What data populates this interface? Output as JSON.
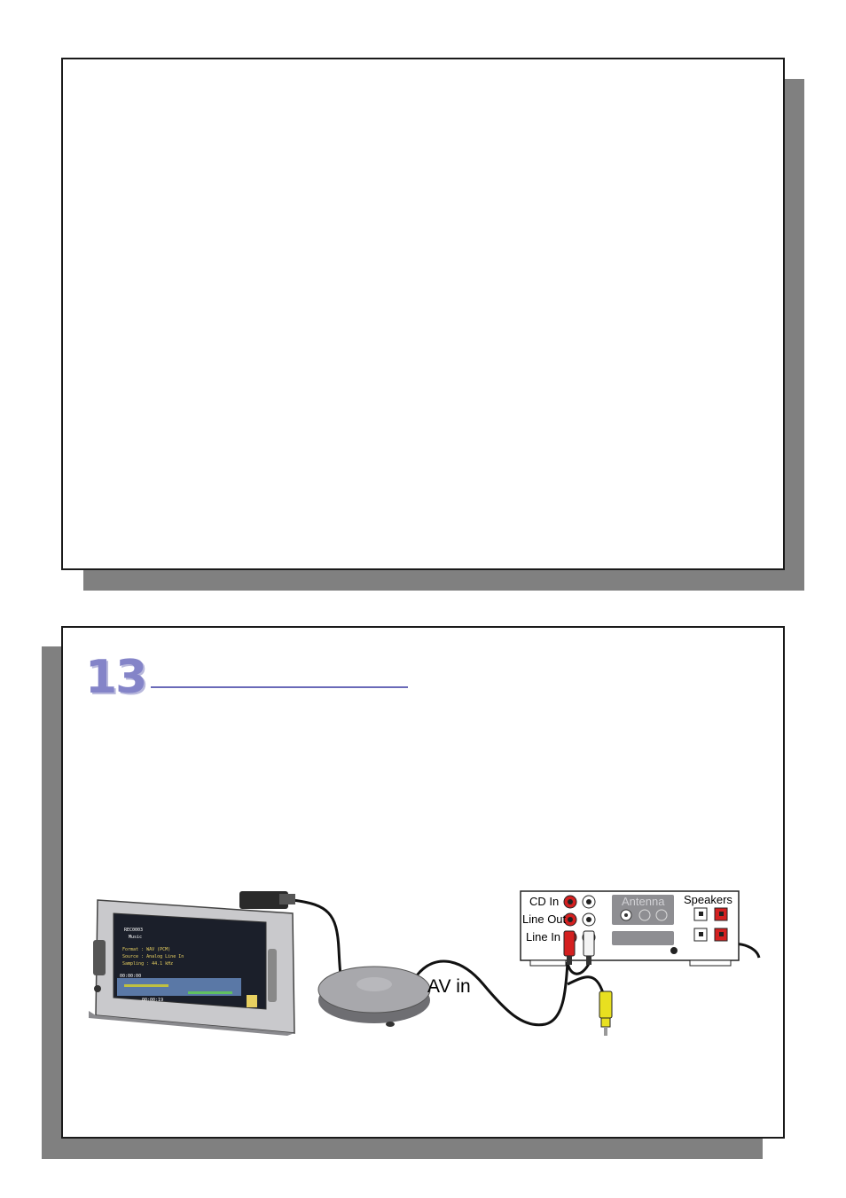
{
  "page": {
    "number": "13"
  },
  "diagram": {
    "av_label": "AV in",
    "receiver": {
      "cd_in": "CD In",
      "line_out": "Line Out",
      "line_in": "Line In",
      "antenna": "Antenna",
      "speakers": "Speakers"
    },
    "device_screen": {
      "line1": "REC0003",
      "line2": "Music",
      "line3": "Format : WAV (PCM)",
      "line4": "Source : Analog Line In",
      "line5": "Sampling : 44.1 kHz",
      "line6": "00:00:00",
      "line7": "00:00:19"
    }
  },
  "colors": {
    "accent": "#8484c8",
    "shadow": "#808080",
    "rca_red": "#d42020",
    "rca_yellow": "#e8e020"
  }
}
